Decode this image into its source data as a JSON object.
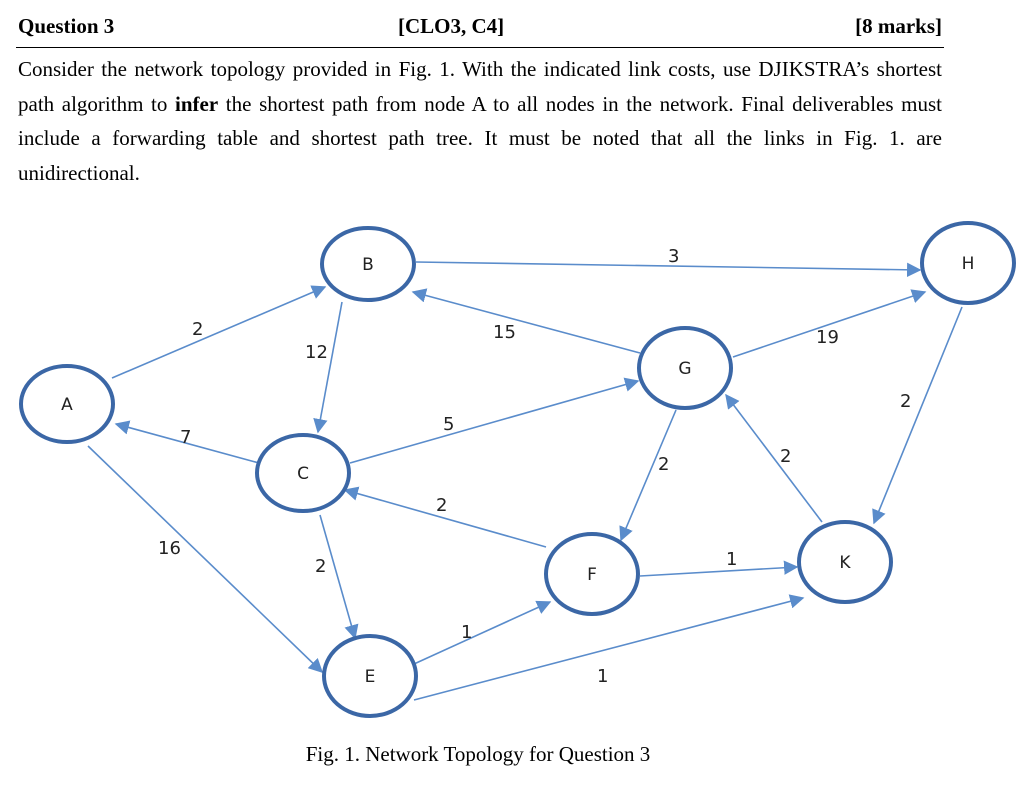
{
  "header": {
    "question": "Question 3",
    "clo": "[CLO3, C4]",
    "marks": "[8 marks]"
  },
  "prompt": {
    "part1": "Consider the network topology provided in Fig. 1. With the indicated link costs, use DJIKSTRA’s shortest path algorithm to ",
    "emphasis": "infer",
    "part2": " the shortest path from node A to all nodes in the network. Final deliverables must include a forwarding table and shortest path tree. It must be noted that all the links in Fig. 1. are unidirectional."
  },
  "figure": {
    "caption": "Fig. 1. Network Topology for Question 3",
    "nodes": [
      "A",
      "B",
      "C",
      "E",
      "F",
      "G",
      "H",
      "K"
    ],
    "edges": [
      {
        "from": "A",
        "to": "B",
        "cost": "2"
      },
      {
        "from": "B",
        "to": "C",
        "cost": "12"
      },
      {
        "from": "B",
        "to": "H",
        "cost": "3"
      },
      {
        "from": "G",
        "to": "B",
        "cost": "15"
      },
      {
        "from": "C",
        "to": "A",
        "cost": "7"
      },
      {
        "from": "A",
        "to": "E",
        "cost": "16"
      },
      {
        "from": "C",
        "to": "G",
        "cost": "5"
      },
      {
        "from": "C",
        "to": "E",
        "cost": "2"
      },
      {
        "from": "F",
        "to": "C",
        "cost": "2"
      },
      {
        "from": "G",
        "to": "H",
        "cost": "19"
      },
      {
        "from": "G",
        "to": "F",
        "cost": "2"
      },
      {
        "from": "K",
        "to": "G",
        "cost": "2"
      },
      {
        "from": "H",
        "to": "K",
        "cost": "2"
      },
      {
        "from": "F",
        "to": "K",
        "cost": "1"
      },
      {
        "from": "E",
        "to": "F",
        "cost": "1"
      },
      {
        "from": "E",
        "to": "K",
        "cost": "1"
      }
    ]
  },
  "colors": {
    "node_stroke": "#3b67a6",
    "edge": "#5a8ccb"
  }
}
